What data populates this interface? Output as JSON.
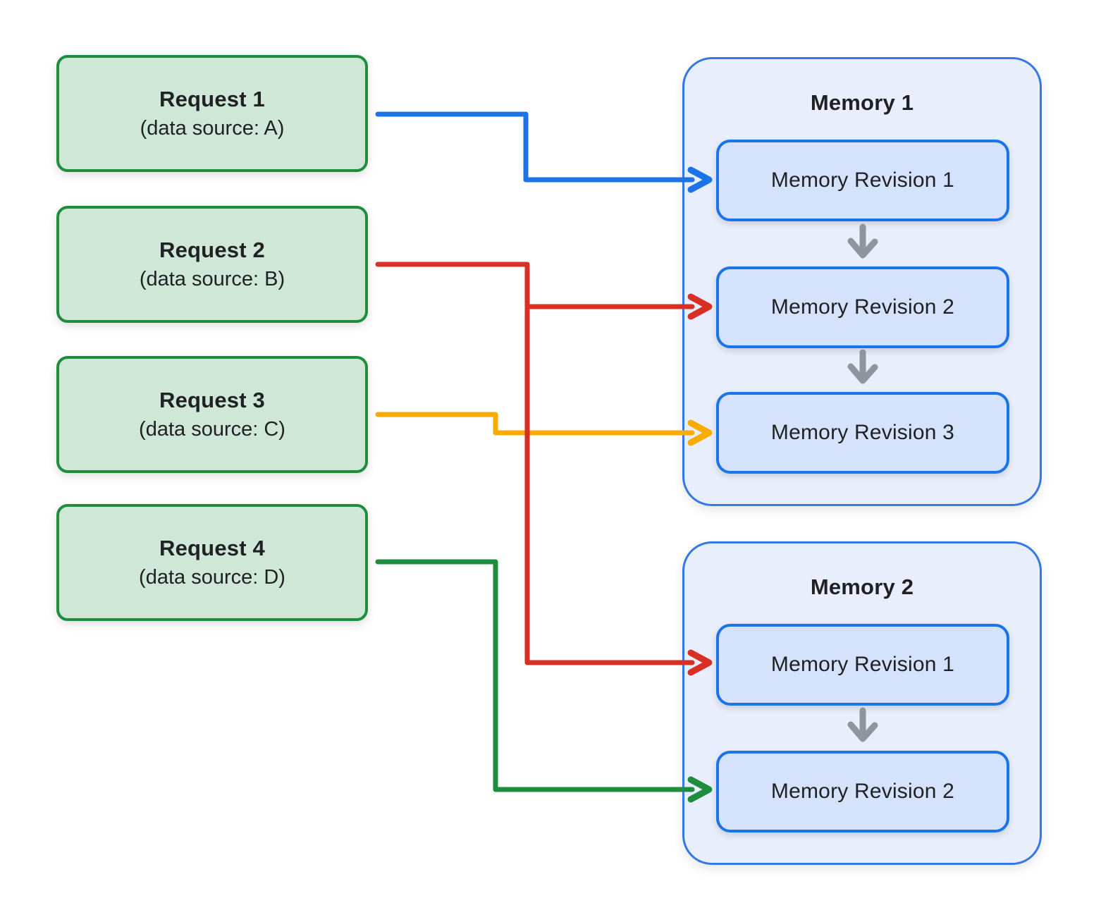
{
  "diagram": {
    "requests": [
      {
        "title": "Request 1",
        "subtitle": "(data source: A)"
      },
      {
        "title": "Request 2",
        "subtitle": "(data source: B)"
      },
      {
        "title": "Request 3",
        "subtitle": "(data source: C)"
      },
      {
        "title": "Request 4",
        "subtitle": "(data source: D)"
      }
    ],
    "memories": [
      {
        "title": "Memory 1",
        "revisions": [
          "Memory Revision 1",
          "Memory Revision 2",
          "Memory Revision 3"
        ]
      },
      {
        "title": "Memory 2",
        "revisions": [
          "Memory Revision 1",
          "Memory Revision 2"
        ]
      }
    ],
    "connections": [
      {
        "from": "Request 1",
        "to": "Memory 1 / Memory Revision 1",
        "color": "blue"
      },
      {
        "from": "Request 2",
        "to": "Memory 1 / Memory Revision 2",
        "color": "red"
      },
      {
        "from": "Request 2",
        "to": "Memory 2 / Memory Revision 1",
        "color": "red"
      },
      {
        "from": "Request 3",
        "to": "Memory 1 / Memory Revision 3",
        "color": "yellow"
      },
      {
        "from": "Request 4",
        "to": "Memory 2 / Memory Revision 2",
        "color": "green"
      }
    ]
  },
  "colors": {
    "blue": "#1a73e8",
    "red": "#d93025",
    "yellow": "#f9ab00",
    "green": "#1e8e3e",
    "gray": "#8e959c",
    "request_fill": "#cfe7d6",
    "request_border": "#1e8e3e",
    "memory_fill": "#e8eefb",
    "memory_border": "#3578e5",
    "revision_fill": "#d4e3fb",
    "revision_border": "#1a73e8"
  }
}
